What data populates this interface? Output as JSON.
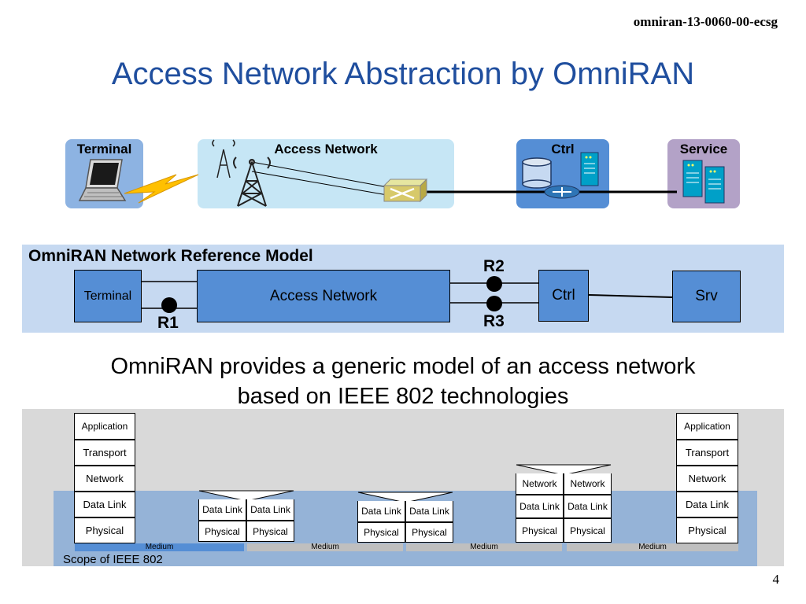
{
  "header": {
    "doc_id": "omniran-13-0060-00-ecsg",
    "title": "Access Network Abstraction by OmniRAN"
  },
  "topology": {
    "terminal_label": "Terminal",
    "access_network_label": "Access Network",
    "ctrl_label": "Ctrl",
    "service_label": "Service"
  },
  "reference_model": {
    "title": "OmniRAN Network Reference Model",
    "terminal": "Terminal",
    "access_network": "Access Network",
    "ctrl": "Ctrl",
    "srv": "Srv",
    "r1": "R1",
    "r2": "R2",
    "r3": "R3"
  },
  "caption": {
    "line1": "OmniRAN provides a generic model of an access network",
    "line2": "based on IEEE 802 technologies"
  },
  "stacks": {
    "application": "Application",
    "transport": "Transport",
    "network": "Network",
    "data_link": "Data Link",
    "physical": "Physical",
    "medium": "Medium",
    "scope_label": "Scope of IEEE 802"
  },
  "page_number": "4",
  "colors": {
    "title": "#1f4e9e",
    "box_fill": "#558ed5",
    "ref_bg": "#c6d9f1",
    "scope": "#95b3d7"
  }
}
